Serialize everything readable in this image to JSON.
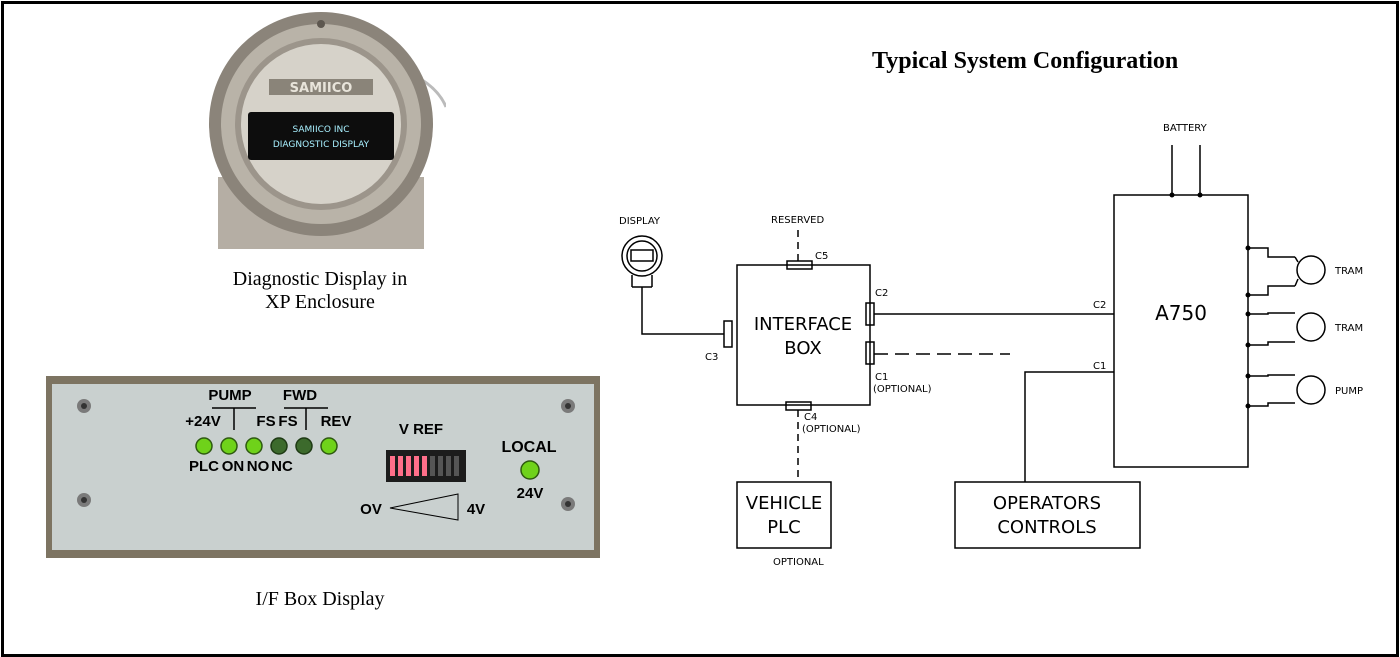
{
  "title": "Typical System Configuration",
  "display_photo": {
    "brand": "SAMIICO",
    "screen_line1": "SAMIICO INC",
    "screen_line2": "DIAGNOSTIC DISPLAY",
    "caption_line1": "Diagnostic Display in",
    "caption_line2": "XP Enclosure"
  },
  "panel_photo": {
    "pump": "PUMP",
    "fwd": "FWD",
    "vref": "V REF",
    "local": "LOCAL",
    "top_labels": [
      "+24V",
      "FS",
      "FS",
      "REV"
    ],
    "bottom_labels": [
      "PLC",
      "ON",
      "NO",
      "NC"
    ],
    "v24": "24V",
    "ov": "OV",
    "v4": "4V",
    "caption": "I/F Box Display"
  },
  "diagram": {
    "display": "DISPLAY",
    "reserved": "RESERVED",
    "c5": "C5",
    "c2": "C2",
    "c3": "C3",
    "c1": "C1",
    "c1_opt": "(OPTIONAL)",
    "c4": "C4",
    "c4_opt": "(OPTIONAL)",
    "interface1": "INTERFACE",
    "interface2": "BOX",
    "vehicle1": "VEHICLE",
    "vehicle2": "PLC",
    "optional": "OPTIONAL",
    "operators1": "OPERATORS",
    "operators2": "CONTROLS",
    "a750": "A750",
    "battery": "BATTERY",
    "a750_c2": "C2",
    "a750_c1": "C1",
    "tram1": "TRAM",
    "tram2": "TRAM",
    "pump": "PUMP"
  },
  "colors": {
    "led_green": "#6fd21a",
    "led_red": "#ff6f8a",
    "panel_bg": "#c9d0cf",
    "photo_bg": "#7d7462"
  }
}
